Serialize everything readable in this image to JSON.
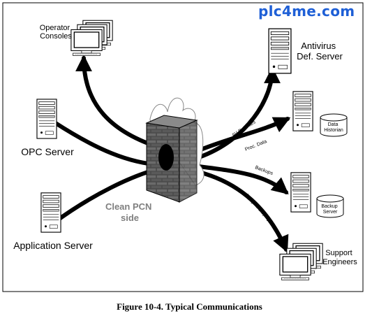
{
  "watermark": "plc4me.com",
  "caption": "Figure 10-4. Typical Communications",
  "nodes": {
    "operator_consoles": [
      "Operator",
      "Consoles"
    ],
    "opc_server": "OPC Server",
    "application_server": "Application Server",
    "center": [
      "Clean PCN",
      "side"
    ],
    "antivirus": [
      "Antivirus",
      "Def. Server"
    ],
    "data_historian": [
      "Data",
      "Historian"
    ],
    "backup_server": [
      "Backup",
      "Server"
    ],
    "support_engineers": [
      "Support",
      "Engineers"
    ]
  },
  "flows": {
    "av_def_files": "AV Def Files",
    "proc_data": "Proc. Data",
    "backups": "Backups",
    "analysis_displays": "Analysis Displays"
  },
  "colors": {
    "watermark": "#1e5fd6",
    "center_label": "#7f7f7f",
    "arrow": "#000000",
    "brick": "#4a4a4a"
  }
}
